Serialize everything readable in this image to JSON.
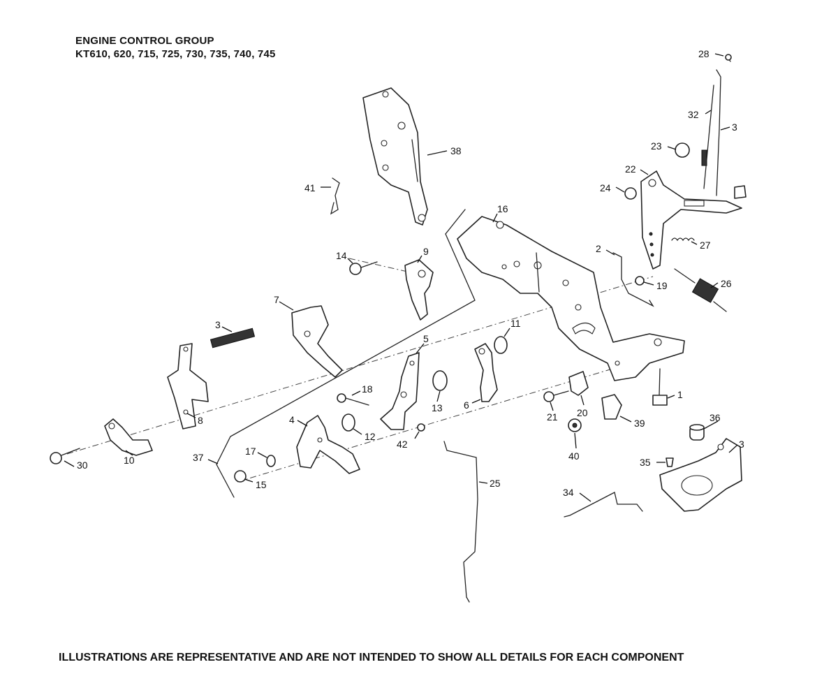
{
  "title": {
    "line1": "ENGINE CONTROL GROUP",
    "line2": "KT610, 620, 715, 725, 730, 735, 740, 745"
  },
  "footer": "ILLUSTRATIONS ARE REPRESENTATIVE AND ARE NOT INTENDED TO SHOW ALL DETAILS FOR EACH COMPONENT",
  "callouts": {
    "c28": "28",
    "c32": "32",
    "c3a": "3",
    "c23": "23",
    "c22": "22",
    "c24": "24",
    "c27": "27",
    "c26": "26",
    "c19": "19",
    "c2": "2",
    "c16": "16",
    "c38": "38",
    "c41": "41",
    "c14": "14",
    "c9": "9",
    "c7": "7",
    "c3b": "3",
    "c8": "8",
    "c10": "10",
    "c30": "30",
    "c11": "11",
    "c5": "5",
    "c18": "18",
    "c13": "13",
    "c6": "6",
    "c4": "4",
    "c12": "12",
    "c17": "17",
    "c15": "15",
    "c42": "42",
    "c37": "37",
    "c25": "25",
    "c21": "21",
    "c20": "20",
    "c1": "1",
    "c39": "39",
    "c40": "40",
    "c36": "36",
    "c35": "35",
    "c3c": "3",
    "c34": "34"
  }
}
